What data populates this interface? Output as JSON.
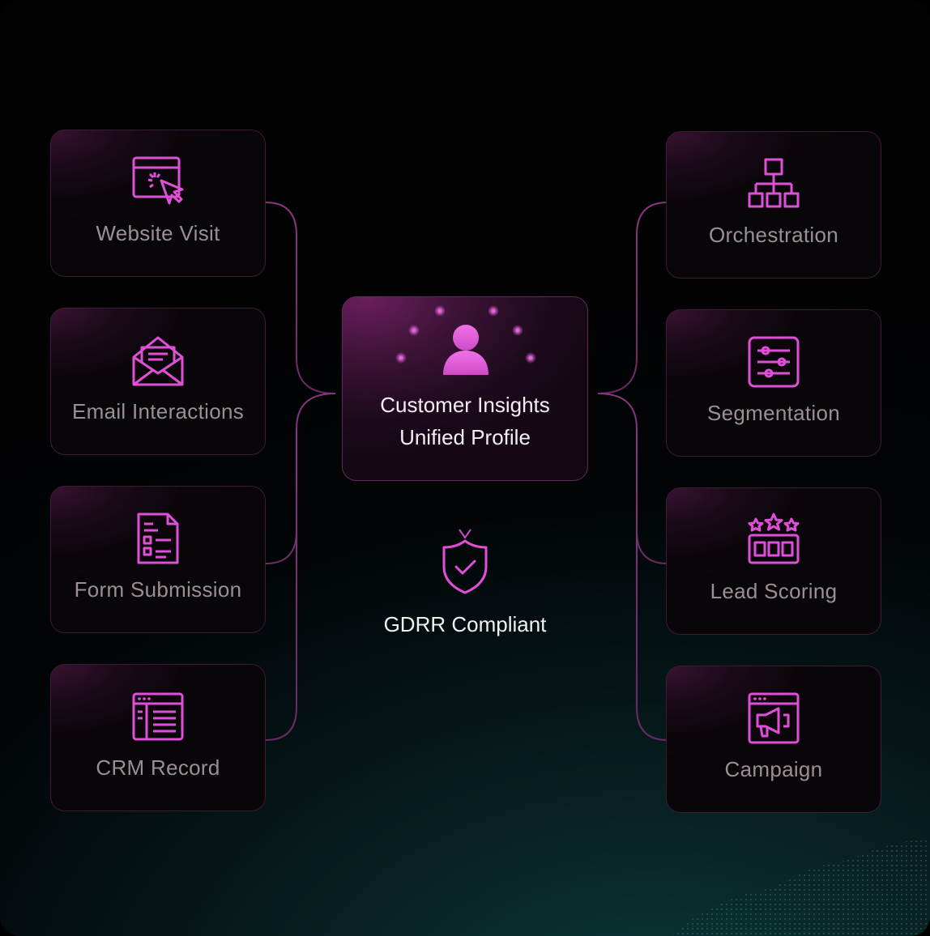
{
  "center": {
    "title_line1": "Customer Insights",
    "title_line2": "Unified Profile",
    "icon": "user-icon"
  },
  "compliance": {
    "label": "GDRR Compliant",
    "icon": "shield-check-icon"
  },
  "sources": [
    {
      "label": "Website Visit",
      "icon": "browser-click-icon"
    },
    {
      "label": "Email Interactions",
      "icon": "envelope-open-icon"
    },
    {
      "label": "Form Submission",
      "icon": "form-document-icon"
    },
    {
      "label": "CRM Record",
      "icon": "crm-window-icon"
    }
  ],
  "outputs": [
    {
      "label": "Orchestration",
      "icon": "hierarchy-icon"
    },
    {
      "label": "Segmentation",
      "icon": "sliders-icon"
    },
    {
      "label": "Lead Scoring",
      "icon": "star-rating-icon"
    },
    {
      "label": "Campaign",
      "icon": "megaphone-icon"
    }
  ],
  "colors": {
    "accent": "#e04fd8",
    "wire": "#7a2f72",
    "text_muted": "#9a8f99"
  }
}
